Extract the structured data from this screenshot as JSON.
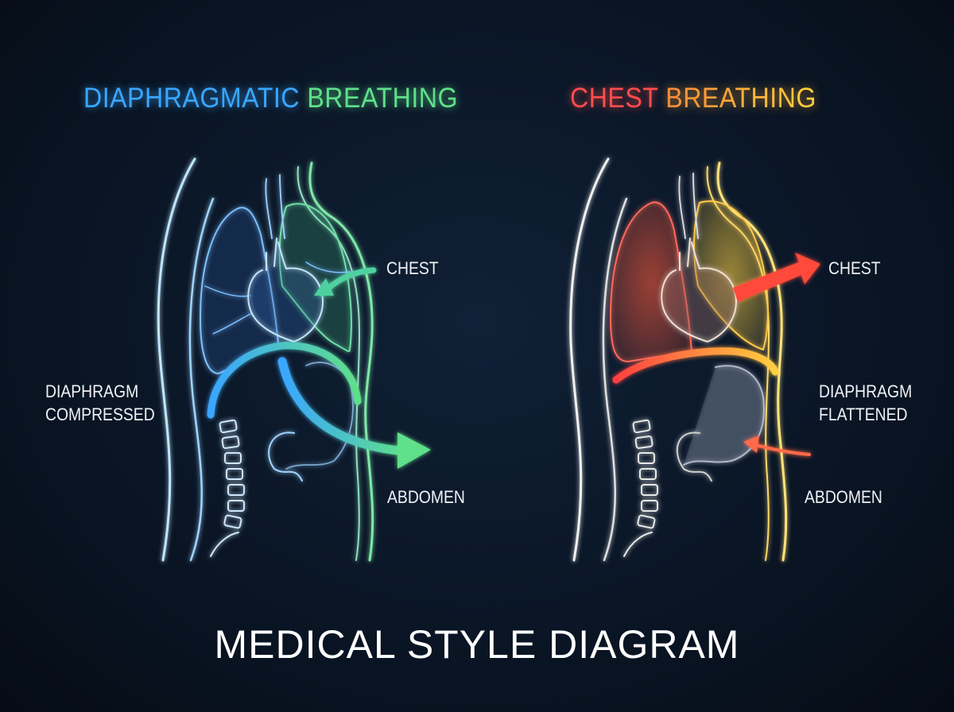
{
  "left_panel": {
    "title_part1": "DIAPHRAGMATIC",
    "title_part2": "BREATHING",
    "chest_label": "CHEST",
    "diaphragm_label_line1": "DIAPHRAGM",
    "diaphragm_label_line2": "COMPRESSED",
    "abdomen_label": "ABDOMEN",
    "colors": {
      "primary": "#3aa6ff",
      "secondary": "#5fe08a"
    }
  },
  "right_panel": {
    "title_part1": "CHEST",
    "title_part2": "BREATHING",
    "chest_label": "CHEST",
    "diaphragm_label_line1": "DIAPHRAGM",
    "diaphragm_label_line2": "FLATTENED",
    "abdomen_label": "ABDOMEN",
    "colors": {
      "primary": "#ff4d4d",
      "secondary": "#ffd23a"
    }
  },
  "footer": {
    "title": "MEDICAL STYLE DIAGRAM"
  }
}
